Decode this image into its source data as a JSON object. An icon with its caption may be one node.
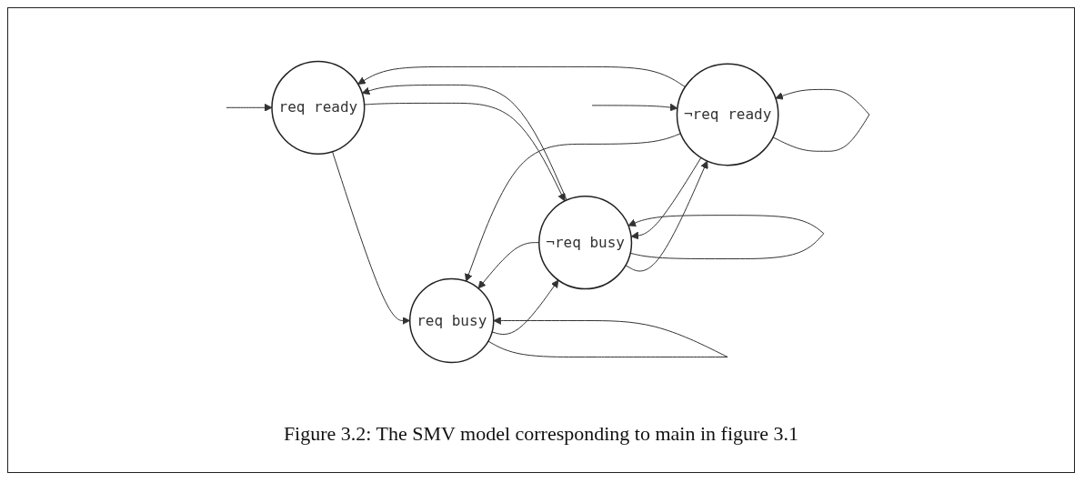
{
  "diagram": {
    "caption": "Figure 3.2: The SMV model corresponding to main in figure 3.1",
    "nodes": [
      {
        "text": [
          "req ready"
        ]
      },
      {
        "text": [
          "req busy"
        ]
      },
      {
        "text": [
          "¬req ready"
        ]
      },
      {
        "text": [
          "¬req busy"
        ]
      }
    ],
    "edges": [
      {
        "from": null,
        "to": 0,
        "arrow": "to"
      },
      {
        "from": null,
        "to": 2,
        "arrow": "to"
      },
      {
        "from": 0,
        "to": 1,
        "arrow": "to"
      },
      {
        "from": 1,
        "to": 1,
        "arrow": "to"
      },
      {
        "from": 0,
        "to": 3,
        "arrow": "to"
      },
      {
        "from": 3,
        "to": 0,
        "arrow": "to"
      },
      {
        "from": 2,
        "to": 0,
        "arrow": "to"
      },
      {
        "from": 2,
        "to": 1,
        "arrow": "to"
      },
      {
        "from": 1,
        "to": 3,
        "arrow": "to"
      },
      {
        "from": 3,
        "to": 1,
        "arrow": "to"
      },
      {
        "from": 2,
        "to": 3,
        "arrow": "to"
      },
      {
        "from": 3,
        "to": 2,
        "arrow": "to"
      },
      {
        "from": 2,
        "to": 2,
        "arrow": "to"
      },
      {
        "from": 3,
        "to": 3,
        "arrow": "to"
      }
    ]
  }
}
